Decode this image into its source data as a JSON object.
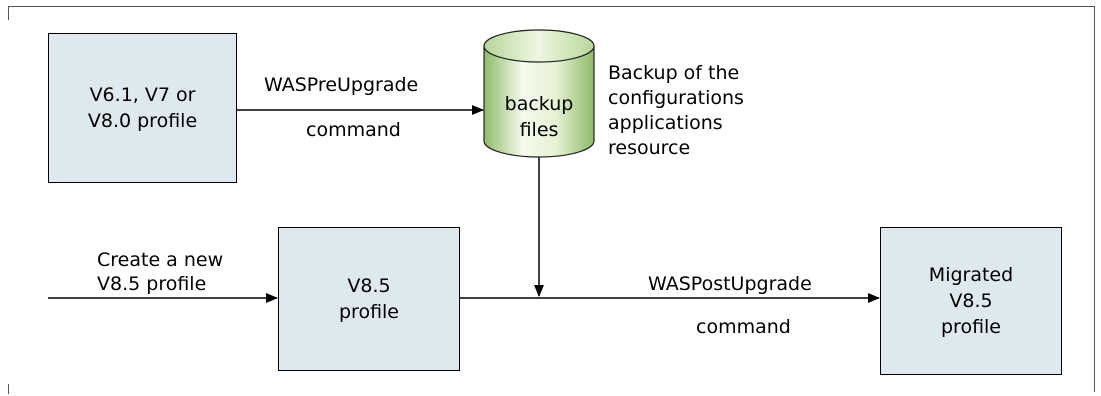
{
  "source_box": {
    "text": "V6.1, V7 or\nV8.0 profile"
  },
  "pre_upgrade": {
    "name": "WASPreUpgrade",
    "suffix": "command"
  },
  "backup": {
    "cylinder_text": "backup\nfiles",
    "note": "Backup of the\nconfigurations\napplications\nresource"
  },
  "create_new": {
    "text": "Create a new\nV8.5 profile"
  },
  "new_box": {
    "text": "V8.5\nprofile"
  },
  "post_upgrade": {
    "name": "WASPostUpgrade",
    "suffix": "command"
  },
  "migrated_box": {
    "text": "Migrated\nV8.5\nprofile"
  },
  "colors": {
    "box_fill": "#dde8ef",
    "cylinder_light": "#f2f9e8",
    "cylinder_dark": "#9cc47a",
    "line": "#000000"
  }
}
